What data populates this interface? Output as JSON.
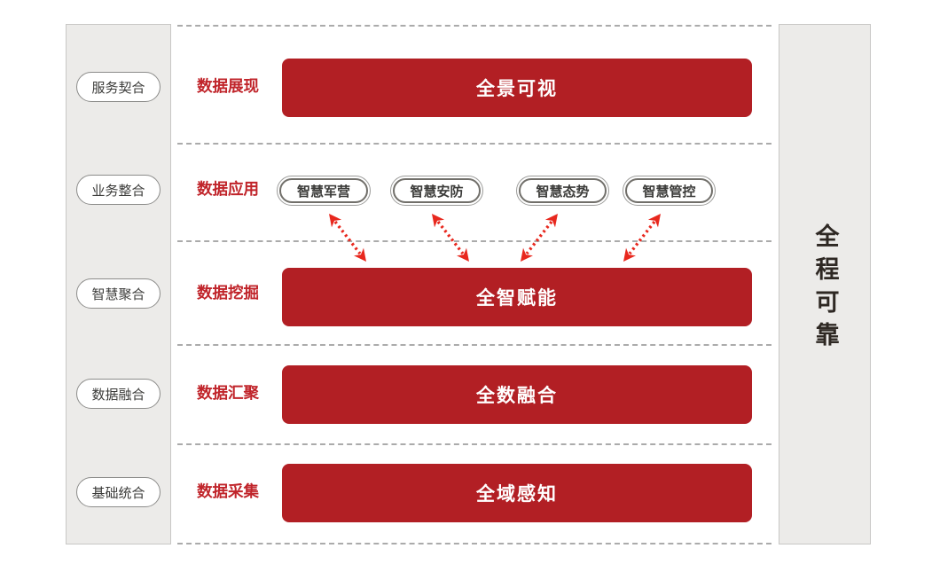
{
  "diagram": {
    "left_panel": {
      "items": [
        "服务契合",
        "业务整合",
        "智慧聚合",
        "数据融合",
        "基础统合"
      ]
    },
    "right_panel": {
      "label": "全程可靠"
    },
    "rows": [
      {
        "category": "数据展现",
        "bar": "全景可视"
      },
      {
        "category": "数据应用",
        "apps": [
          "智慧军营",
          "智慧安防",
          "智慧态势",
          "智慧管控"
        ]
      },
      {
        "category": "数据挖掘",
        "bar": "全智赋能"
      },
      {
        "category": "数据汇聚",
        "bar": "全数融合"
      },
      {
        "category": "数据采集",
        "bar": "全域感知"
      }
    ],
    "colors": {
      "bar_red": "#B21F24",
      "label_red": "#C0242A",
      "arrow_red": "#E8281E",
      "panel_gray": "#ECEBE9"
    }
  }
}
